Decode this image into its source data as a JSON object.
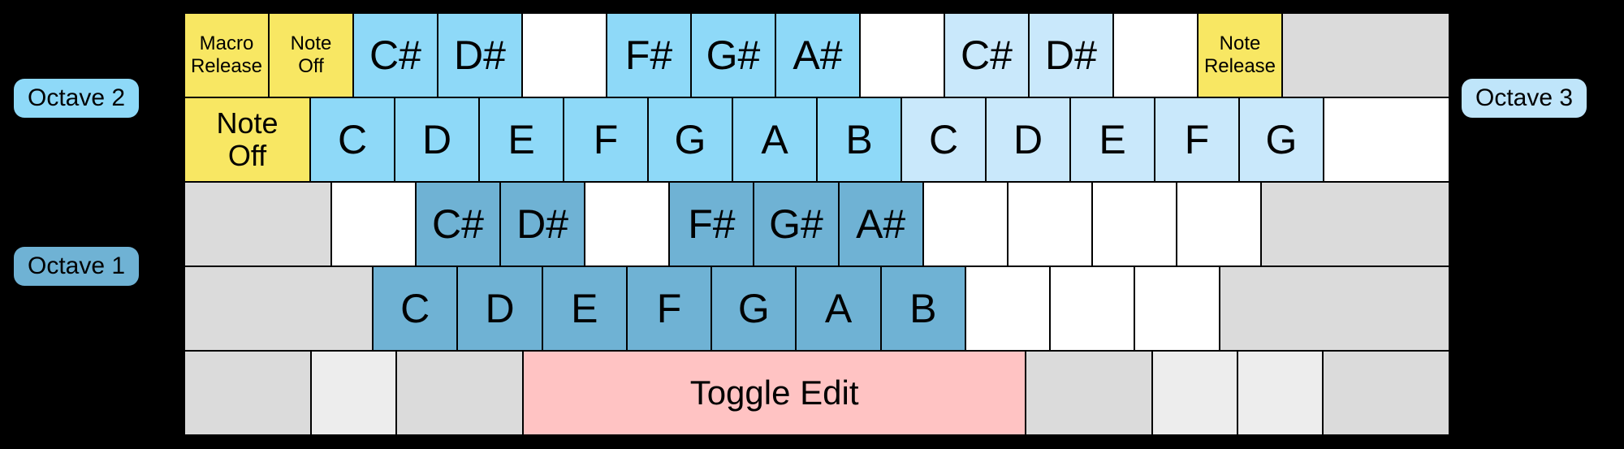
{
  "octave_labels": {
    "octave1": "Octave 1",
    "octave2": "Octave 2",
    "octave3": "Octave 3"
  },
  "colors": {
    "background": "#000000",
    "grid_line": "#000000",
    "text": "#000000",
    "octave1_key": "#6fb2d4",
    "octave2_key": "#8ed9f8",
    "octave3_key": "#c9e8fb",
    "function_key": "#f8e763",
    "blank_key": "#ffffff",
    "modifier_key": "#dbdbdb",
    "modifier_key_light": "#ededed",
    "toggle_edit_key": "#ffc3c3",
    "octave1_label_bg": "#6fb2d4",
    "octave2_label_bg": "#8ed9f8",
    "octave3_label_bg": "#bfe5fa"
  },
  "keyboard": {
    "rows": [
      {
        "name": "number-row",
        "keys": [
          {
            "name": "key-macro-release",
            "label": "Macro\nRelease",
            "color": "function_key",
            "w": 1,
            "size": "small"
          },
          {
            "name": "key-note-off-number-row",
            "label": "Note\nOff",
            "color": "function_key",
            "w": 1,
            "size": "small"
          },
          {
            "name": "key-csharp-oct2",
            "label": "C#",
            "color": "octave2_key",
            "w": 1,
            "size": "note"
          },
          {
            "name": "key-dsharp-oct2",
            "label": "D#",
            "color": "octave2_key",
            "w": 1,
            "size": "note"
          },
          {
            "name": "key-unmapped",
            "label": "",
            "color": "blank_key",
            "w": 1,
            "size": "note"
          },
          {
            "name": "key-fsharp-oct2",
            "label": "F#",
            "color": "octave2_key",
            "w": 1,
            "size": "note"
          },
          {
            "name": "key-gsharp-oct2",
            "label": "G#",
            "color": "octave2_key",
            "w": 1,
            "size": "note"
          },
          {
            "name": "key-asharp-oct2",
            "label": "A#",
            "color": "octave2_key",
            "w": 1,
            "size": "note"
          },
          {
            "name": "key-unmapped",
            "label": "",
            "color": "blank_key",
            "w": 1,
            "size": "note"
          },
          {
            "name": "key-csharp-oct3",
            "label": "C#",
            "color": "octave3_key",
            "w": 1,
            "size": "note"
          },
          {
            "name": "key-dsharp-oct3",
            "label": "D#",
            "color": "octave3_key",
            "w": 1,
            "size": "note"
          },
          {
            "name": "key-unmapped",
            "label": "",
            "color": "blank_key",
            "w": 1,
            "size": "note"
          },
          {
            "name": "key-note-release",
            "label": "Note\nRelease",
            "color": "function_key",
            "w": 1,
            "size": "small"
          },
          {
            "name": "key-modifier-unused",
            "label": "",
            "color": "modifier_key",
            "w": 2,
            "size": "note"
          }
        ]
      },
      {
        "name": "tab-row",
        "keys": [
          {
            "name": "key-note-off-tab",
            "label": "Note\nOff",
            "color": "function_key",
            "w": 1.5,
            "size": "medium"
          },
          {
            "name": "key-c-oct2",
            "label": "C",
            "color": "octave2_key",
            "w": 1,
            "size": "note"
          },
          {
            "name": "key-d-oct2",
            "label": "D",
            "color": "octave2_key",
            "w": 1,
            "size": "note"
          },
          {
            "name": "key-e-oct2",
            "label": "E",
            "color": "octave2_key",
            "w": 1,
            "size": "note"
          },
          {
            "name": "key-f-oct2",
            "label": "F",
            "color": "octave2_key",
            "w": 1,
            "size": "note"
          },
          {
            "name": "key-g-oct2",
            "label": "G",
            "color": "octave2_key",
            "w": 1,
            "size": "note"
          },
          {
            "name": "key-a-oct2",
            "label": "A",
            "color": "octave2_key",
            "w": 1,
            "size": "note"
          },
          {
            "name": "key-b-oct2",
            "label": "B",
            "color": "octave2_key",
            "w": 1,
            "size": "note"
          },
          {
            "name": "key-c-oct3",
            "label": "C",
            "color": "octave3_key",
            "w": 1,
            "size": "note"
          },
          {
            "name": "key-d-oct3",
            "label": "D",
            "color": "octave3_key",
            "w": 1,
            "size": "note"
          },
          {
            "name": "key-e-oct3",
            "label": "E",
            "color": "octave3_key",
            "w": 1,
            "size": "note"
          },
          {
            "name": "key-f-oct3",
            "label": "F",
            "color": "octave3_key",
            "w": 1,
            "size": "note"
          },
          {
            "name": "key-g-oct3",
            "label": "G",
            "color": "octave3_key",
            "w": 1,
            "size": "note"
          },
          {
            "name": "key-unmapped",
            "label": "",
            "color": "blank_key",
            "w": 1.5,
            "size": "note"
          }
        ]
      },
      {
        "name": "home-row",
        "keys": [
          {
            "name": "key-modifier-unused",
            "label": "",
            "color": "modifier_key",
            "w": 1.75,
            "size": "note"
          },
          {
            "name": "key-unmapped",
            "label": "",
            "color": "blank_key",
            "w": 1,
            "size": "note"
          },
          {
            "name": "key-csharp-oct1",
            "label": "C#",
            "color": "octave1_key",
            "w": 1,
            "size": "note"
          },
          {
            "name": "key-dsharp-oct1",
            "label": "D#",
            "color": "octave1_key",
            "w": 1,
            "size": "note"
          },
          {
            "name": "key-unmapped",
            "label": "",
            "color": "blank_key",
            "w": 1,
            "size": "note"
          },
          {
            "name": "key-fsharp-oct1",
            "label": "F#",
            "color": "octave1_key",
            "w": 1,
            "size": "note"
          },
          {
            "name": "key-gsharp-oct1",
            "label": "G#",
            "color": "octave1_key",
            "w": 1,
            "size": "note"
          },
          {
            "name": "key-asharp-oct1",
            "label": "A#",
            "color": "octave1_key",
            "w": 1,
            "size": "note"
          },
          {
            "name": "key-unmapped",
            "label": "",
            "color": "blank_key",
            "w": 1,
            "size": "note"
          },
          {
            "name": "key-unmapped",
            "label": "",
            "color": "blank_key",
            "w": 1,
            "size": "note"
          },
          {
            "name": "key-unmapped",
            "label": "",
            "color": "blank_key",
            "w": 1,
            "size": "note"
          },
          {
            "name": "key-unmapped",
            "label": "",
            "color": "blank_key",
            "w": 1,
            "size": "note"
          },
          {
            "name": "key-modifier-unused",
            "label": "",
            "color": "modifier_key",
            "w": 2.25,
            "size": "note"
          }
        ]
      },
      {
        "name": "shift-row",
        "keys": [
          {
            "name": "key-modifier-unused",
            "label": "",
            "color": "modifier_key",
            "w": 2.25,
            "size": "note"
          },
          {
            "name": "key-c-oct1",
            "label": "C",
            "color": "octave1_key",
            "w": 1,
            "size": "note"
          },
          {
            "name": "key-d-oct1",
            "label": "D",
            "color": "octave1_key",
            "w": 1,
            "size": "note"
          },
          {
            "name": "key-e-oct1",
            "label": "E",
            "color": "octave1_key",
            "w": 1,
            "size": "note"
          },
          {
            "name": "key-f-oct1",
            "label": "F",
            "color": "octave1_key",
            "w": 1,
            "size": "note"
          },
          {
            "name": "key-g-oct1",
            "label": "G",
            "color": "octave1_key",
            "w": 1,
            "size": "note"
          },
          {
            "name": "key-a-oct1",
            "label": "A",
            "color": "octave1_key",
            "w": 1,
            "size": "note"
          },
          {
            "name": "key-b-oct1",
            "label": "B",
            "color": "octave1_key",
            "w": 1,
            "size": "note"
          },
          {
            "name": "key-unmapped",
            "label": "",
            "color": "blank_key",
            "w": 1,
            "size": "note"
          },
          {
            "name": "key-unmapped",
            "label": "",
            "color": "blank_key",
            "w": 1,
            "size": "note"
          },
          {
            "name": "key-unmapped",
            "label": "",
            "color": "blank_key",
            "w": 1,
            "size": "note"
          },
          {
            "name": "key-modifier-unused",
            "label": "",
            "color": "modifier_key",
            "w": 2.75,
            "size": "note"
          }
        ]
      },
      {
        "name": "bottom-row",
        "keys": [
          {
            "name": "key-modifier-unused",
            "label": "",
            "color": "modifier_key",
            "w": 1.5,
            "size": "note"
          },
          {
            "name": "key-modifier-unused",
            "label": "",
            "color": "modifier_key_light",
            "w": 1,
            "size": "note"
          },
          {
            "name": "key-modifier-unused",
            "label": "",
            "color": "modifier_key",
            "w": 1.5,
            "size": "note"
          },
          {
            "name": "key-toggle-edit",
            "label": "Toggle Edit",
            "color": "toggle_edit_key",
            "w": 6,
            "size": "large"
          },
          {
            "name": "key-modifier-unused",
            "label": "",
            "color": "modifier_key",
            "w": 1.5,
            "size": "note"
          },
          {
            "name": "key-modifier-unused",
            "label": "",
            "color": "modifier_key_light",
            "w": 1,
            "size": "note"
          },
          {
            "name": "key-modifier-unused",
            "label": "",
            "color": "modifier_key_light",
            "w": 1,
            "size": "note"
          },
          {
            "name": "key-modifier-unused",
            "label": "",
            "color": "modifier_key",
            "w": 1.5,
            "size": "note"
          }
        ]
      }
    ]
  }
}
